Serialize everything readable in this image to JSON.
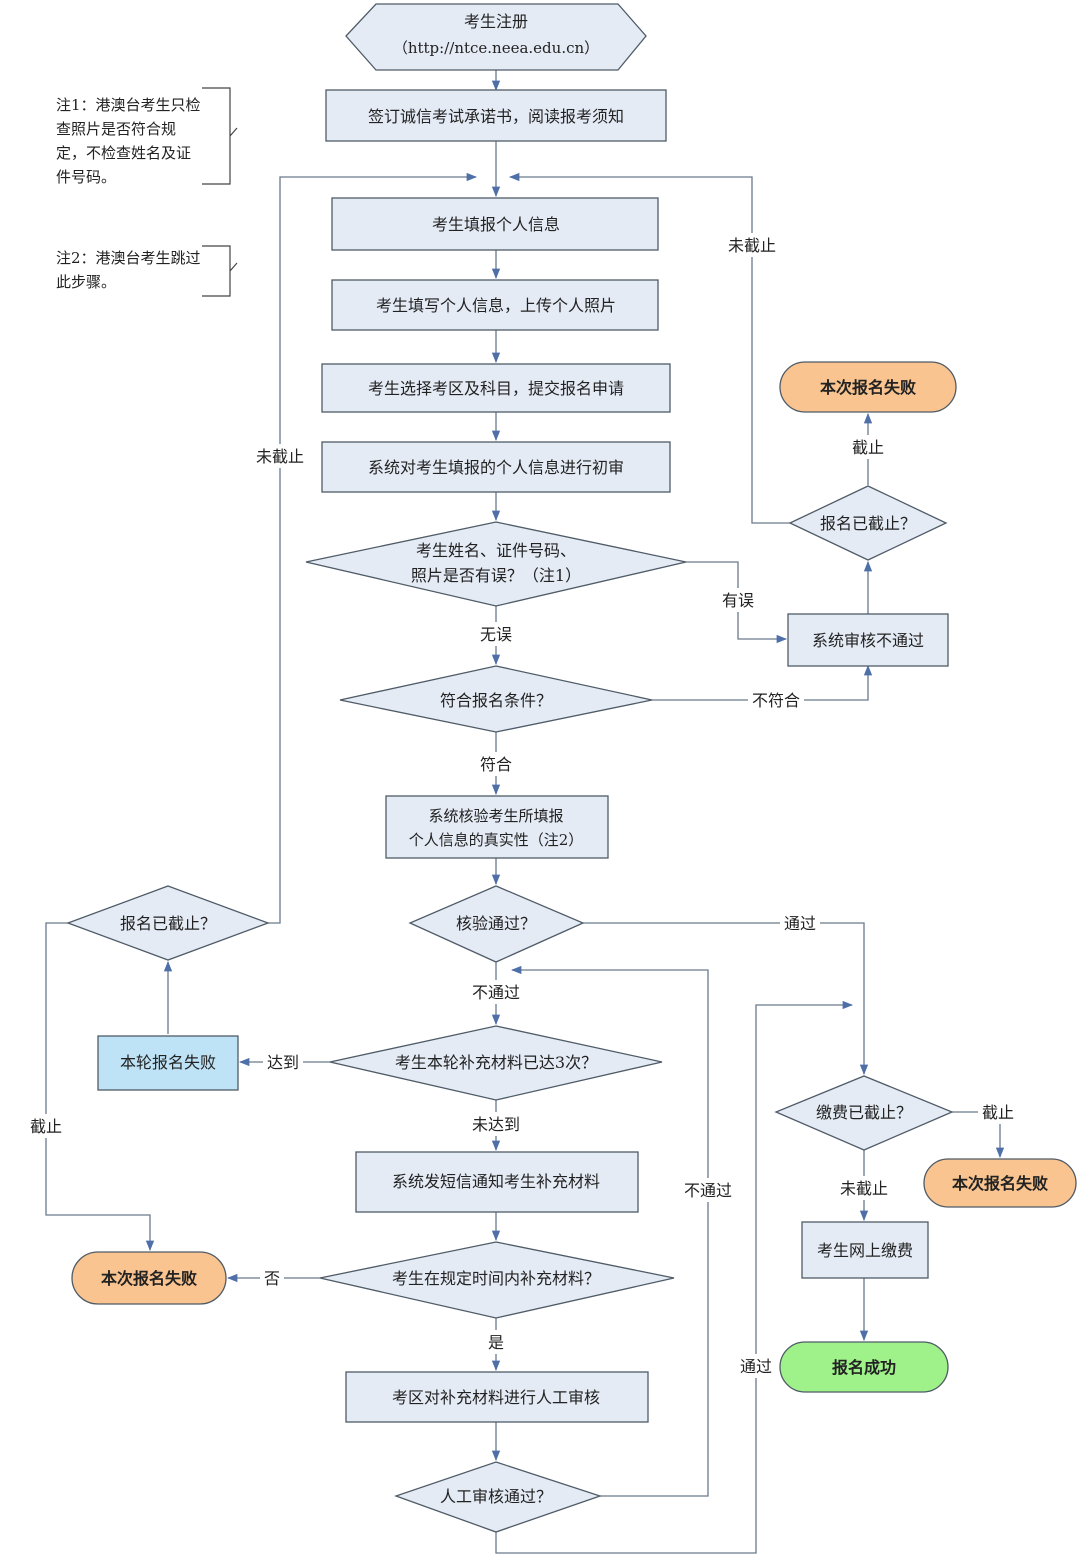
{
  "notes": {
    "note1": [
      "注1：港澳台考生只检",
      "查照片是否符合规",
      "定，不检查姓名及证",
      "件号码。"
    ],
    "note2": [
      "注2：港澳台考生跳过",
      "此步骤。"
    ]
  },
  "nodes": {
    "start_title": "考生注册",
    "start_url": "（http://ntce.neea.edu.cn）",
    "sign": "签订诚信考试承诺书，阅读报考须知",
    "fill_info": "考生填报个人信息",
    "upload_photo": "考生填写个人信息，上传个人照片",
    "select_area": "考生选择考区及科目，提交报名申请",
    "initial_review": "系统对考生填报的个人信息进行初审",
    "check_error_line1": "考生姓名、证件号码、",
    "check_error_line2": "照片是否有误？（注1）",
    "eligible": "符合报名条件？",
    "verify_line1": "系统核验考生所填报",
    "verify_line2": "个人信息的真实性（注2）",
    "verify_pass": "核验通过？",
    "supp_count": "考生本轮补充材料已达3次？",
    "sms": "系统发短信通知考生补充材料",
    "supp_in_time": "考生在规定时间内补充材料？",
    "manual_review": "考区对补充材料进行人工审核",
    "manual_pass": "人工审核通过？",
    "sys_fail": "系统审核不通过",
    "deadline_right": "报名已截止？",
    "fail_top": "本次报名失败",
    "deadline_left": "报名已截止？",
    "round_fail": "本轮报名失败",
    "fail_left": "本次报名失败",
    "pay_deadline": "缴费已截止？",
    "fail_right": "本次报名失败",
    "pay_online": "考生网上缴费",
    "success": "报名成功"
  },
  "edge_labels": {
    "not_closed_right": "未截止",
    "not_closed_left": "未截止",
    "closed_top": "截止",
    "has_error": "有误",
    "no_error": "无误",
    "not_eligible": "不符合",
    "eligible_yes": "符合",
    "pass": "通过",
    "not_pass": "不通过",
    "reached": "达到",
    "not_reached": "未达到",
    "closed_left": "截止",
    "pay_closed": "截止",
    "pay_not_closed": "未截止",
    "no": "否",
    "yes": "是",
    "manual_not_pass": "不通过",
    "manual_pass_label": "通过"
  },
  "colors": {
    "node_fill": "#e4ebf5",
    "fail_fill": "#f9c48f",
    "success_fill": "#9ff28a",
    "round_fail_fill": "#bfe3f6",
    "arrow": "#4f6fa8"
  }
}
